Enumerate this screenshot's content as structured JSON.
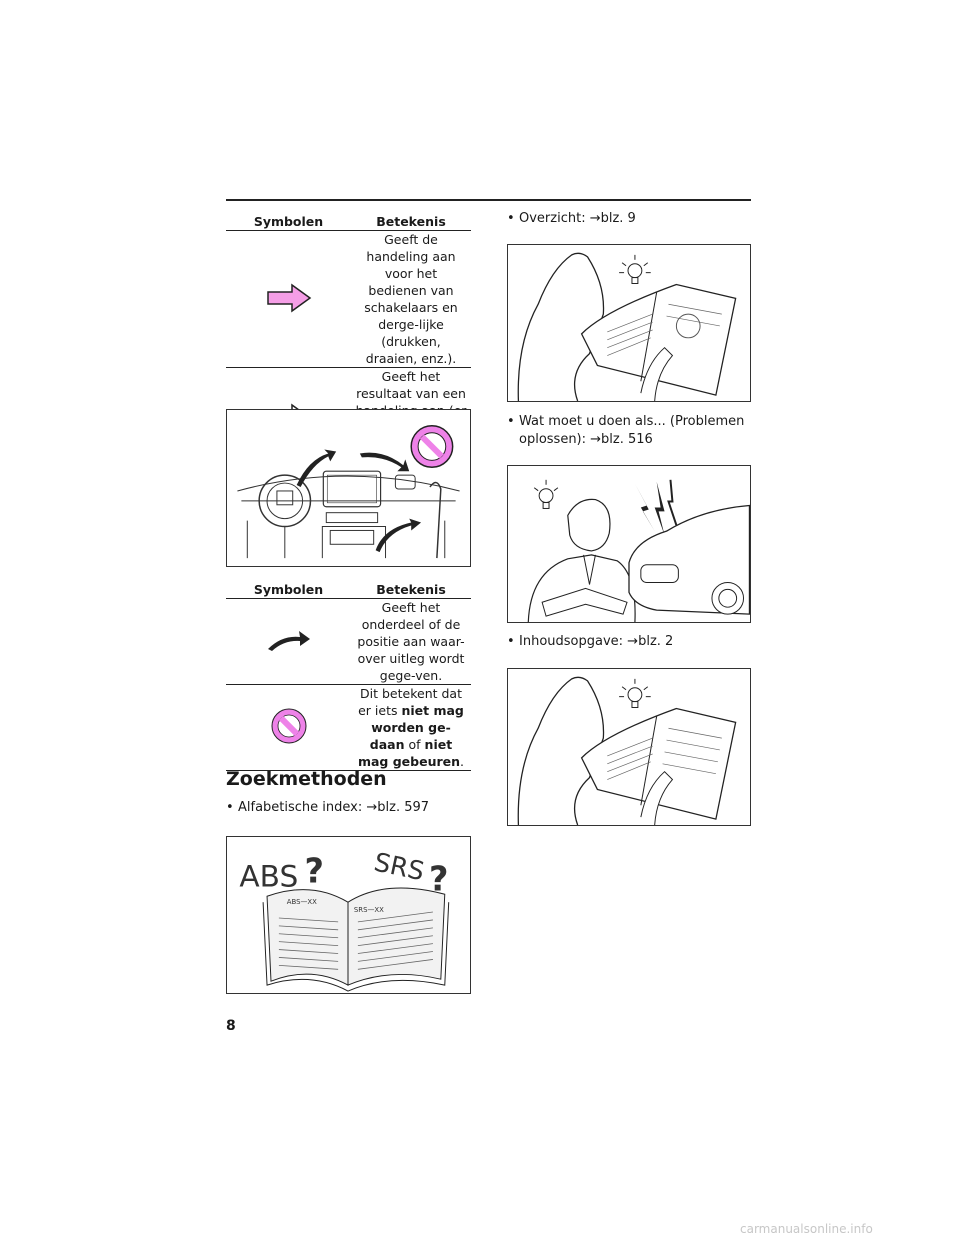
{
  "table1": {
    "headers": [
      "Symbolen",
      "Betekenis"
    ],
    "rows": [
      {
        "icon": "pink-arrow-icon",
        "description": "Geeft de handeling aan voor het bedienen van schakelaars en derge-lijke (drukken, draaien, enz.)."
      },
      {
        "icon": "outline-arrow-icon",
        "description": "Geeft het resultaat van een handeling aan (er wordt bijvoorbeeld een klep geopend)."
      }
    ]
  },
  "table2": {
    "headers": [
      "Symbolen",
      "Betekenis"
    ],
    "rows": [
      {
        "icon": "curved-arrow-icon",
        "description": "Geeft het onderdeel of de positie aan waar-over uitleg wordt gege-ven."
      },
      {
        "icon": "prohibition-icon",
        "description_parts": [
          "Dit betekent dat er iets",
          "niet mag worden ge-daan",
          "of",
          "niet mag gebeuren",
          "."
        ]
      }
    ]
  },
  "section": {
    "title": "Zoekmethoden"
  },
  "bullets": {
    "alphabetical": {
      "label": "Alfabetische index: ",
      "arrow": "→",
      "ref": "blz. 597"
    },
    "overview": {
      "label": "Overzicht: ",
      "arrow": "→",
      "ref": "blz. 9"
    },
    "troubleshooting": {
      "label_line1": "Wat moet u doen als... (Problemen",
      "label_line2": "oplossen): ",
      "arrow": "→",
      "ref": "blz. 516"
    },
    "contents": {
      "label": "Inhoudsopgave: ",
      "arrow": "→",
      "ref": "blz. 2"
    }
  },
  "illustrations": {
    "abs_book": {
      "text_left": "ABS",
      "text_right": "SRS",
      "q": "?",
      "small_left": "ABS—XX",
      "small_right": "SRS—XX"
    }
  },
  "page_number": "8",
  "watermark": "carmanualsonline.info",
  "colors": {
    "pink_arrow": "#f59ee6",
    "prohibit": "#ee82e8"
  }
}
